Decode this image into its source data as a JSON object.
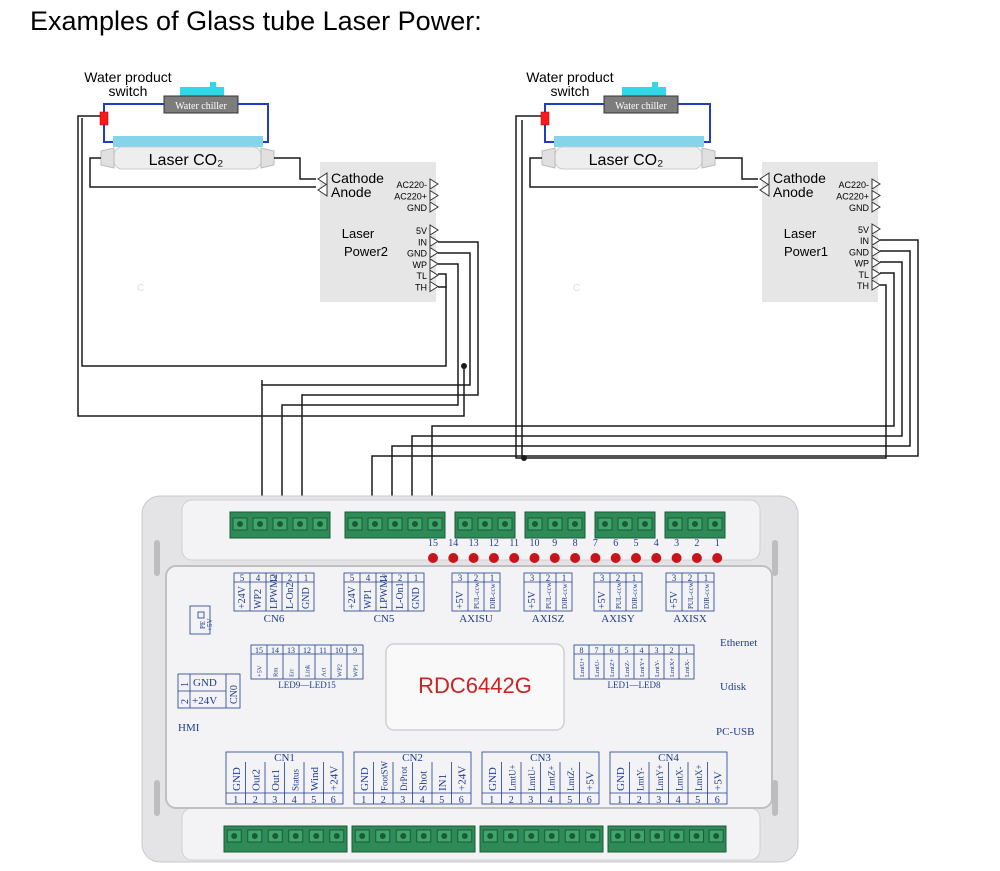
{
  "title": "Examples of Glass tube Laser Power:",
  "left_setup": {
    "switch_label_1": "Water product",
    "switch_label_2": "switch",
    "chiller": "Water chiller",
    "tube": "Laser CO₂",
    "cathode": "Cathode",
    "anode": "Anode",
    "power_label_1": "Laser",
    "power_label_2": "Power2",
    "ac_pins": [
      "AC220-",
      "AC220+",
      "GND"
    ],
    "signal_pins": [
      "5V",
      "IN",
      "GND",
      "WP",
      "TL",
      "TH"
    ],
    "faint_letter": "C"
  },
  "right_setup": {
    "switch_label_1": "Water product",
    "switch_label_2": "switch",
    "chiller": "Water chiller",
    "tube": "Laser CO₂",
    "cathode": "Cathode",
    "anode": "Anode",
    "power_label_1": "Laser",
    "power_label_2": "Power1",
    "ac_pins": [
      "AC220-",
      "AC220+",
      "GND"
    ],
    "signal_pins": [
      "5V",
      "IN",
      "GND",
      "WP",
      "TL",
      "TH"
    ],
    "faint_letter": "C"
  },
  "board": {
    "model": "RDC6442G",
    "led_numbers": [
      "15",
      "14",
      "13",
      "12",
      "11",
      "10",
      "9",
      "8",
      "7",
      "6",
      "5",
      "4",
      "3",
      "2",
      "1"
    ],
    "top_connectors": [
      {
        "name": "CN6",
        "nums": [
          "5",
          "4",
          "3",
          "2",
          "1"
        ],
        "pins": [
          "+24V",
          "WP2",
          "LPWM2",
          "L-On2",
          "GND"
        ]
      },
      {
        "name": "CN5",
        "nums": [
          "5",
          "4",
          "3",
          "2",
          "1"
        ],
        "pins": [
          "+24V",
          "WP1",
          "LPWM1",
          "L-On1",
          "GND"
        ]
      },
      {
        "name": "AXISU",
        "nums": [
          "3",
          "2",
          "1"
        ],
        "pins": [
          "+5V",
          "PUL-ccw",
          "DIR-ccw"
        ]
      },
      {
        "name": "AXISZ",
        "nums": [
          "3",
          "2",
          "1"
        ],
        "pins": [
          "+5V",
          "PUL-ccw",
          "DIR-ccw"
        ]
      },
      {
        "name": "AXISY",
        "nums": [
          "3",
          "2",
          "1"
        ],
        "pins": [
          "+5V",
          "PUL-ccw",
          "DIR-ccw"
        ]
      },
      {
        "name": "AXISX",
        "nums": [
          "3",
          "2",
          "1"
        ],
        "pins": [
          "+5V",
          "PUL-ccw",
          "DIR-ccw"
        ]
      }
    ],
    "led_left": {
      "nums": [
        "15",
        "14",
        "13",
        "12",
        "11",
        "10",
        "9"
      ],
      "pins": [
        "+5V",
        "Rm",
        "Err",
        "Link",
        "Act",
        "WP2",
        "WP1"
      ],
      "caption": "LED9—LED15"
    },
    "led_right": {
      "nums": [
        "8",
        "7",
        "6",
        "5",
        "4",
        "3",
        "2",
        "1"
      ],
      "pins": [
        "LmtU+",
        "LmtU-",
        "LmtZ+",
        "LmtZ-",
        "LmtY+",
        "LmtY-",
        "LmtX+",
        "LmtX-"
      ],
      "caption": "LED1—LED8"
    },
    "cn0": {
      "name": "CN0",
      "nums": [
        "1",
        "2"
      ],
      "pins": [
        "GND",
        "+24V"
      ]
    },
    "jumper": [
      "PE",
      "+5V"
    ],
    "side_labels": {
      "hmi": "HMI",
      "ethernet": "Ethernet",
      "udisk": "Udisk",
      "pcusb": "PC-USB"
    },
    "bottom_connectors": [
      {
        "name": "CN1",
        "nums": [
          "1",
          "2",
          "3",
          "4",
          "5",
          "6"
        ],
        "pins": [
          "GND",
          "Out2",
          "Out1",
          "Status",
          "Wind",
          "+24V"
        ]
      },
      {
        "name": "CN2",
        "nums": [
          "1",
          "2",
          "3",
          "4",
          "5",
          "6"
        ],
        "pins": [
          "GND",
          "FootSW",
          "DrProt",
          "Shot",
          "IN1",
          "+24V"
        ]
      },
      {
        "name": "CN3",
        "nums": [
          "1",
          "2",
          "3",
          "4",
          "5",
          "6"
        ],
        "pins": [
          "GND",
          "LmtU+",
          "LmtU-",
          "LmtZ+",
          "LmtZ-",
          "+5V"
        ]
      },
      {
        "name": "CN4",
        "nums": [
          "1",
          "2",
          "3",
          "4",
          "5",
          "6"
        ],
        "pins": [
          "GND",
          "LmtY-",
          "LmtY+",
          "LmtX-",
          "LmtX+",
          "+5V"
        ]
      }
    ]
  },
  "colors": {
    "wire": "#1a1a1a",
    "hose": "#1f3fbf",
    "tube_glass": "#86d4ea",
    "chiller_body": "#7d7d7d",
    "chiller_water": "#33d8e8",
    "switch_red": "#ff1a1a",
    "terminal_green": "#2e8b57",
    "led_red": "#c8141b",
    "label_blue": "#1f3c8f",
    "model_red": "#cc2222",
    "board_outer": "#e4e4e6",
    "board_inner": "#f3f3f5"
  }
}
